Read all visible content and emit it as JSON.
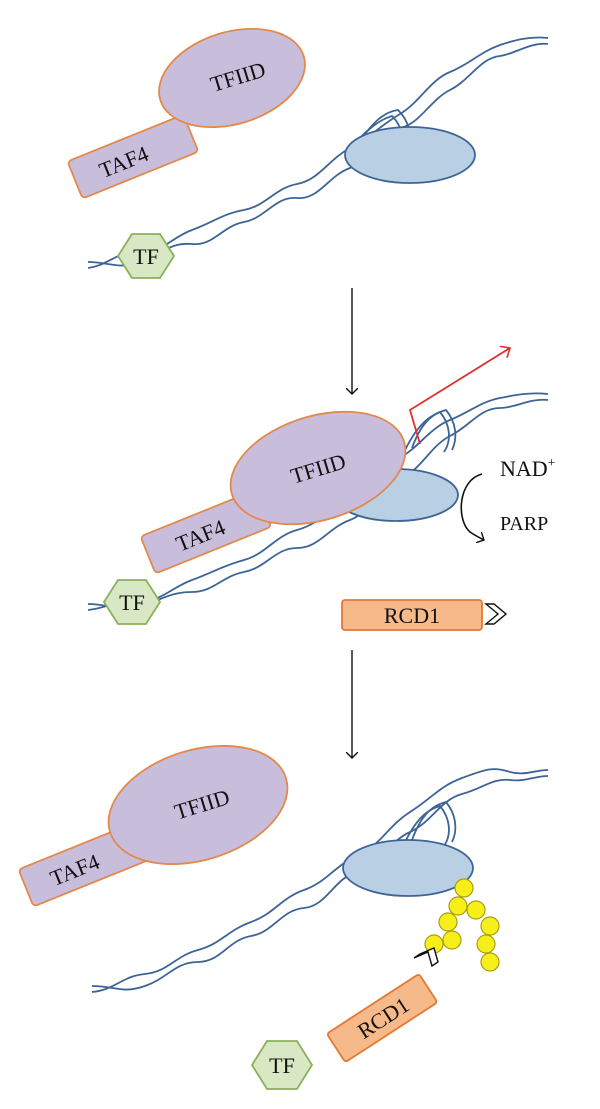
{
  "labels": {
    "taf4": "TAF4",
    "tfiid": "TFIID",
    "tf": "TF",
    "rcd1": "RCD1",
    "nad": "NAD",
    "nad_sup": "+",
    "parp": "PARP"
  },
  "colors": {
    "tfiid_fill": "#c8bedc",
    "tfiid_stroke": "#e3894a",
    "taf4_fill": "#c8bedc",
    "polymerase_fill": "#b9cfe4",
    "polymerase_stroke": "#3c6496",
    "dna_stroke": "#3c6496",
    "tf_fill": "#d8e7c4",
    "tf_stroke": "#8cb05a",
    "rcd1_fill": "#f6b98a",
    "rcd1_stroke": "#e27a34",
    "par_fill": "#f7ef19",
    "par_stroke": "#a99d12",
    "transcription_arrow": "#e03030",
    "arrow": "#111111"
  },
  "icons": [
    "down-arrow-icon",
    "curved-arrow-icon",
    "chevron-right-icon",
    "transcription-start-arrow-icon"
  ]
}
